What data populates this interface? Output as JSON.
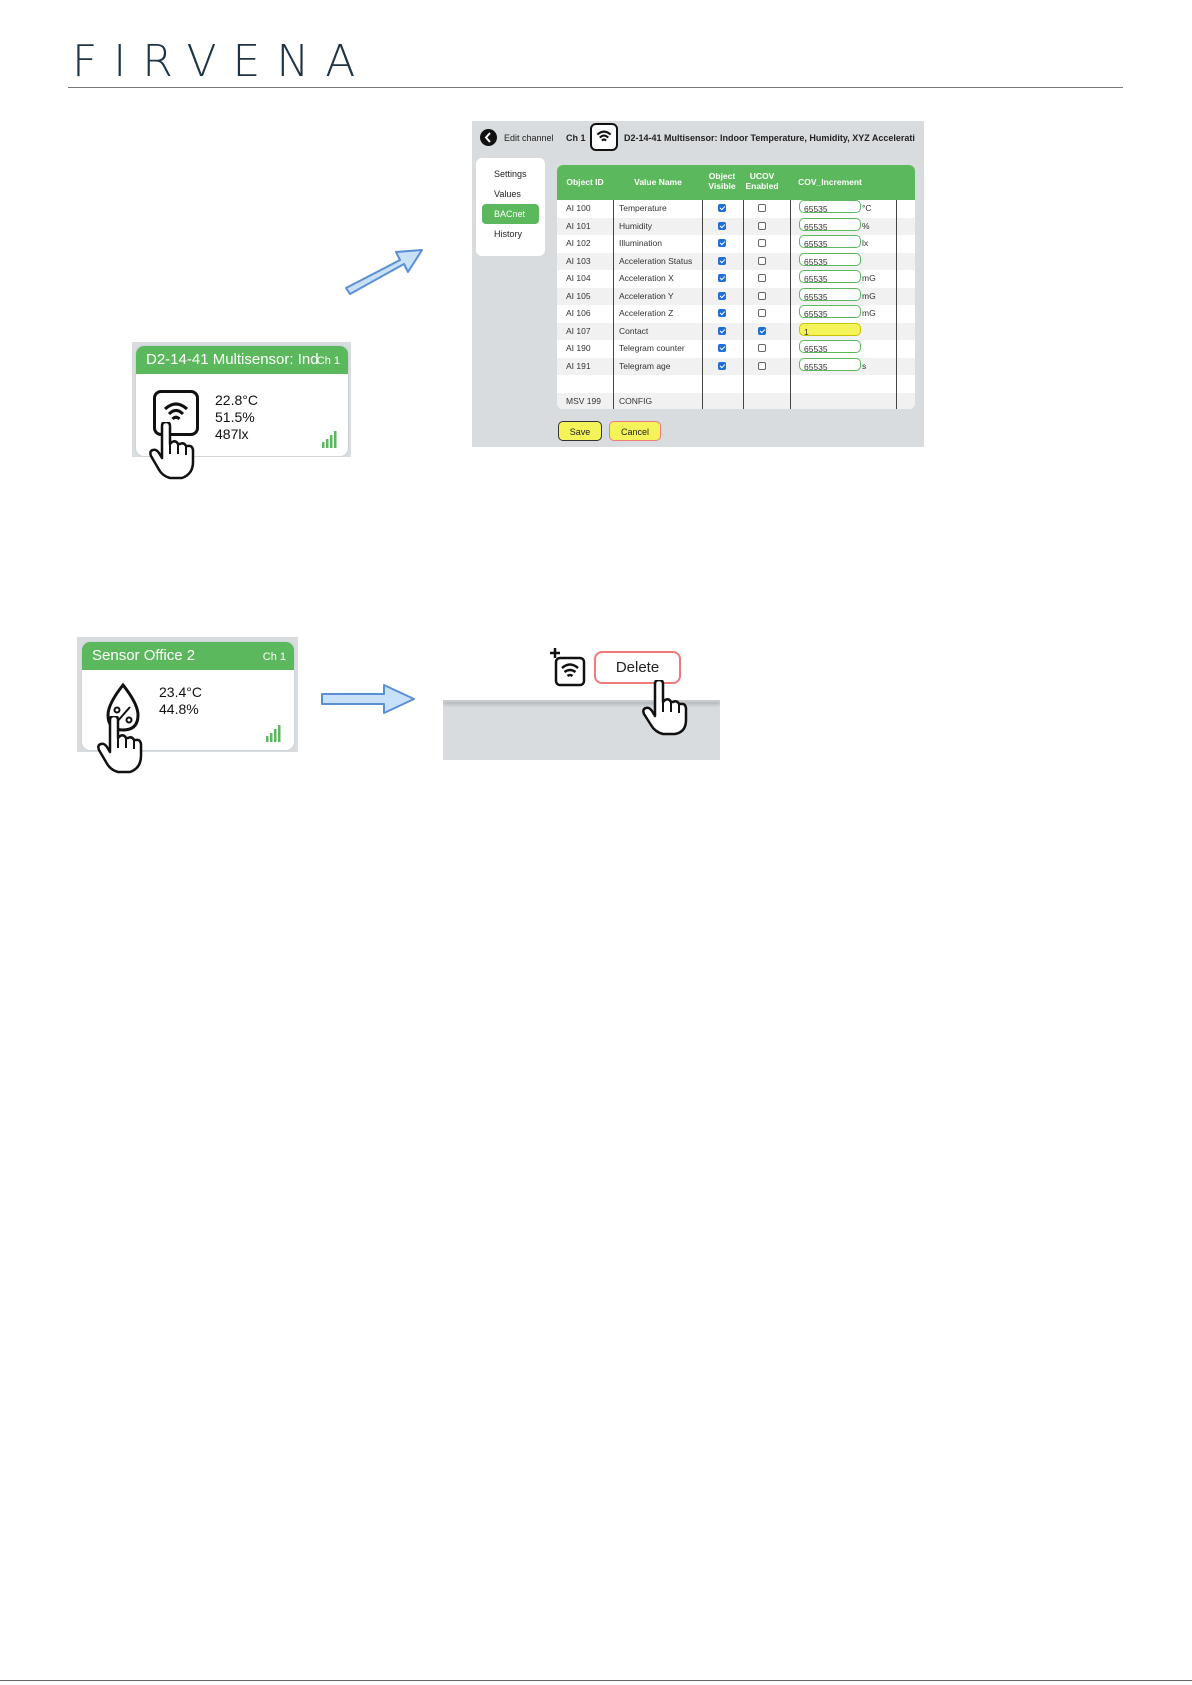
{
  "header": {
    "logo": "FIRVENA"
  },
  "tile1": {
    "title": "D2-14-41 Multisensor: Ind",
    "channel": "Ch 1",
    "values": [
      "22.8°C",
      "51.5%",
      "487lx"
    ]
  },
  "panel": {
    "back_label": "Edit channel",
    "channel": "Ch 1",
    "title": "D2-14-41 Multisensor: Indoor Temperature, Humidity, XYZ Accelerati",
    "side": [
      "Settings",
      "Values",
      "BACnet",
      "History"
    ],
    "active_side": "BACnet",
    "columns": [
      "Object ID",
      "Value Name",
      "Object Visible",
      "UCOV Enabled",
      "COV_Increment"
    ],
    "rows": [
      {
        "id": "AI 100",
        "name": "Temperature",
        "visible": true,
        "ucov": false,
        "cov": "65535",
        "unit": "°C"
      },
      {
        "id": "AI 101",
        "name": "Humidity",
        "visible": true,
        "ucov": false,
        "cov": "65535",
        "unit": "%"
      },
      {
        "id": "AI 102",
        "name": "Illumination",
        "visible": true,
        "ucov": false,
        "cov": "65535",
        "unit": "lx"
      },
      {
        "id": "AI 103",
        "name": "Acceleration Status",
        "visible": true,
        "ucov": false,
        "cov": "65535",
        "unit": ""
      },
      {
        "id": "AI 104",
        "name": "Acceleration X",
        "visible": true,
        "ucov": false,
        "cov": "65535",
        "unit": "mG"
      },
      {
        "id": "AI 105",
        "name": "Acceleration Y",
        "visible": true,
        "ucov": false,
        "cov": "65535",
        "unit": "mG"
      },
      {
        "id": "AI 106",
        "name": "Acceleration Z",
        "visible": true,
        "ucov": false,
        "cov": "65535",
        "unit": "mG"
      },
      {
        "id": "AI 107",
        "name": "Contact",
        "visible": true,
        "ucov": true,
        "cov": "1",
        "unit": "",
        "highlight": true
      },
      {
        "id": "AI 190",
        "name": "Telegram counter",
        "visible": true,
        "ucov": false,
        "cov": "65535",
        "unit": ""
      },
      {
        "id": "AI 191",
        "name": "Telegram age",
        "visible": true,
        "ucov": false,
        "cov": "65535",
        "unit": "s"
      },
      {
        "id": "",
        "name": "",
        "blank": true
      },
      {
        "id": "MSV 199",
        "name": "CONFIG",
        "plain": true
      }
    ],
    "save_label": "Save",
    "cancel_label": "Cancel"
  },
  "tile2": {
    "title": "Sensor Office 2",
    "channel": "Ch 1",
    "values": [
      "23.4°C",
      "44.8%"
    ]
  },
  "popup": {
    "delete_label": "Delete"
  },
  "colors": {
    "green": "#5cb85c",
    "navy": "#1e3443",
    "yellow": "#f4f35a",
    "red_border": "#f07a7a",
    "arrow_fill": "#c9e1f8",
    "arrow_stroke": "#5a8fd6"
  }
}
